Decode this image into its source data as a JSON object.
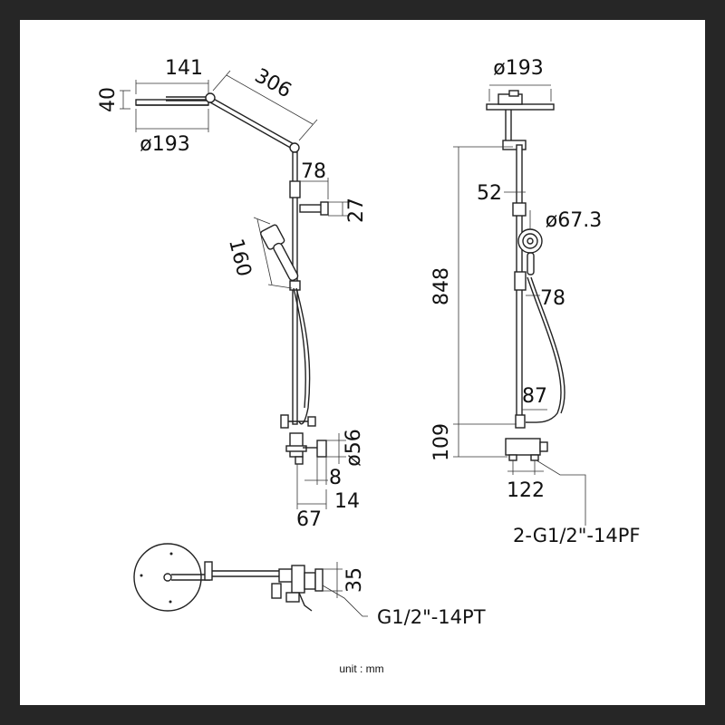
{
  "side_view": {
    "head_width": "141",
    "head_height": "40",
    "arm_length": "306",
    "head_diameter": "ø193",
    "holder_width": "78",
    "holder_height": "27",
    "handshower_length": "160",
    "valve_diameter": "ø56",
    "dim_8": "8",
    "dim_14": "14",
    "dim_67": "67"
  },
  "front_view": {
    "head_diameter": "ø193",
    "rail_height": "848",
    "holder_offset": "52",
    "handshower_diameter": "ø67.3",
    "slider_width": "78",
    "mixer_offset": "87",
    "mixer_height": "109",
    "inlet_spacing": "122",
    "inlet_thread": "2-G1/2\"-14PF"
  },
  "top_view": {
    "dim_35": "35",
    "outlet_thread": "G1/2\"-14PT"
  },
  "footer": {
    "unit_label": "unit : mm"
  }
}
